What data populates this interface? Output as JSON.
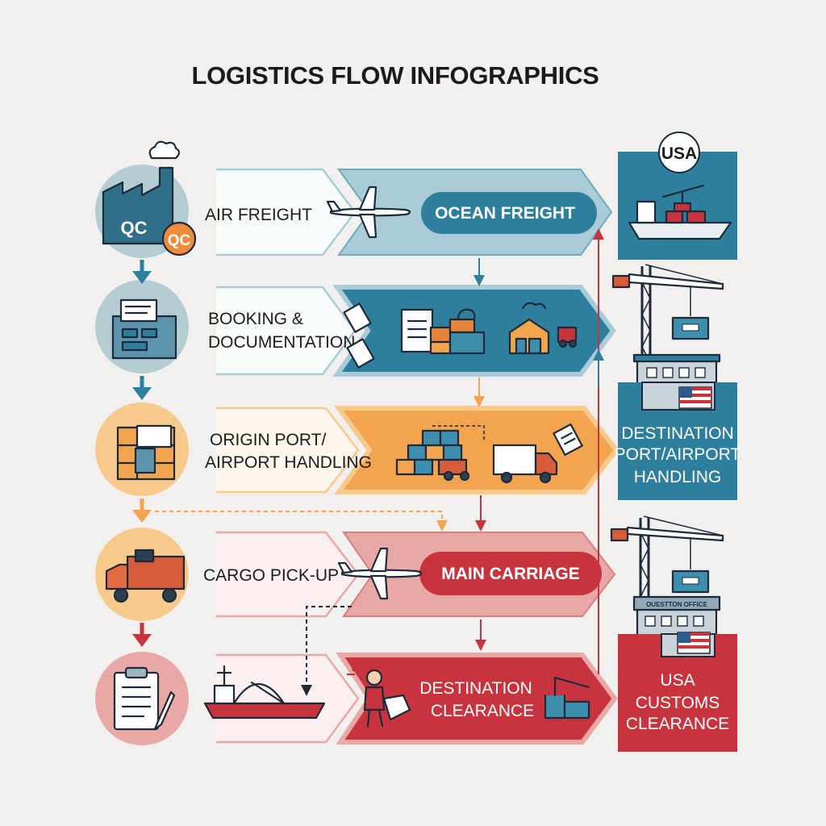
{
  "title": "LOGISTICS FLOW INFOGRAPHICS",
  "steps": [
    {
      "label": "AIR FREIGHT",
      "stage": "OCEAN FREIGHT"
    },
    {
      "label_line1": "BOOKING &",
      "label_line2": "DOCUMENTATION"
    },
    {
      "label_line1": "ORIGIN PORT/",
      "label_line2": "AIRPORT HANDLING"
    },
    {
      "label": "CARGO PICK-UP",
      "stage": "MAIN CARRIAGE"
    },
    {
      "stage_line1": "DESTINATION",
      "stage_line2": "CLEARANCE"
    }
  ],
  "factory_badges": {
    "left": "QC",
    "right": "QC"
  },
  "destination": {
    "usa_badge": "USA",
    "port_line1": "DESTINATION",
    "port_line2": "PORT/AIRPORT",
    "port_line3": "HANDLING",
    "office_sign": "OUESTTON OFFICE",
    "customs_line1": "USA",
    "customs_line2": "CUSTOMS",
    "customs_line3": "CLEARANCE"
  },
  "icons": [
    "factory-icon",
    "airplane-icon",
    "ship-icon",
    "crane-icon",
    "documents-icon",
    "containers-icon",
    "truck-icon",
    "clipboard-icon",
    "worker-icon",
    "usa-flag-icon"
  ],
  "colors": {
    "background": "#f1f0ee",
    "blue_dark": "#2e7f9e",
    "blue_light": "#a9ccd6",
    "orange": "#f2a44f",
    "orange_light": "#f7c98a",
    "red": "#c8343d",
    "red_light": "#e8a8a6",
    "teal_box": "#2e7f9e",
    "ink": "#1c2a3a"
  }
}
